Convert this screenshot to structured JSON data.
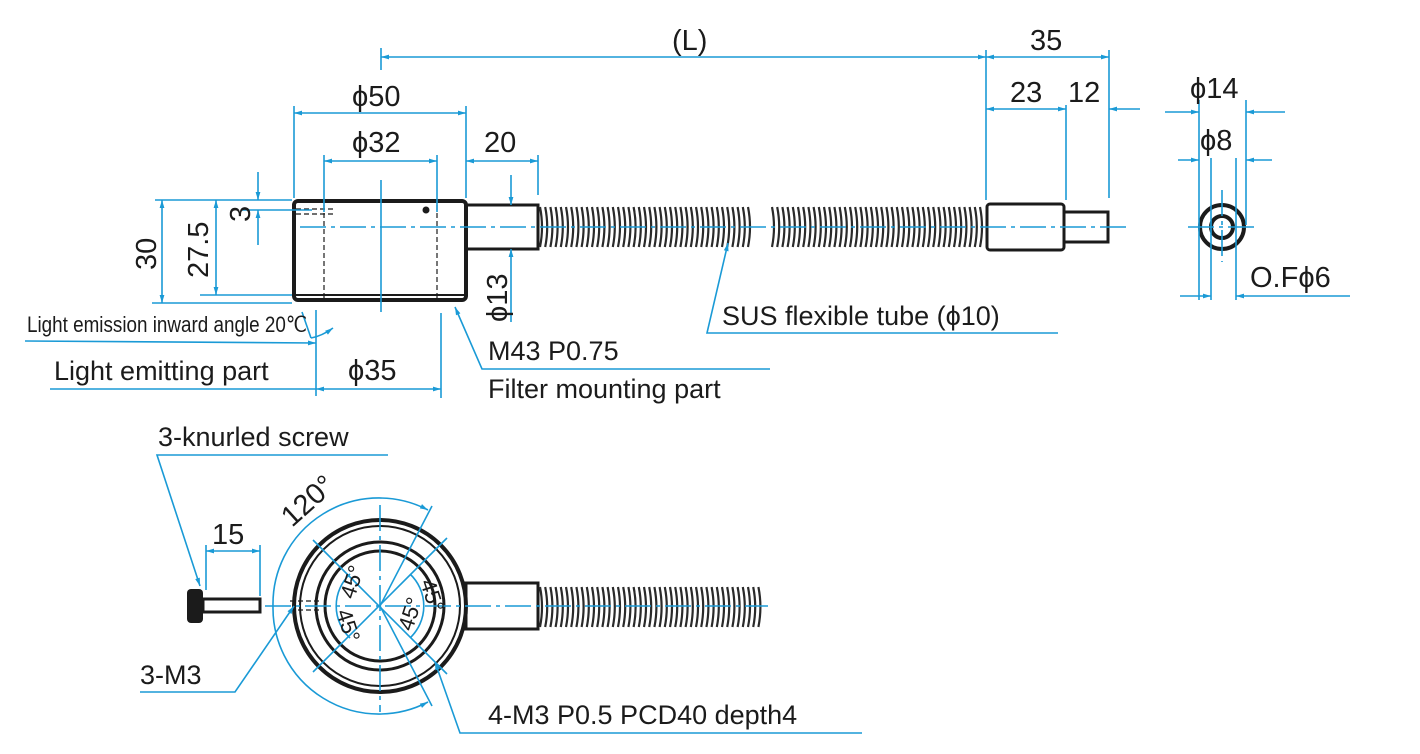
{
  "drawing": {
    "title": "Ring light with flexible tube — dimension drawing",
    "colors": {
      "dimension": "#1a9ad6",
      "part": "#1b1b1b",
      "background": "#ffffff"
    },
    "side_view": {
      "overall_length": "(L)",
      "tail_total": "35",
      "tail_body": "23",
      "tail_tip": "12",
      "ring_outer_dia": "ϕ50",
      "ring_inner_dia": "ϕ32",
      "neck_length": "20",
      "neck_dia": "ϕ13",
      "height_total": "30",
      "height_inner": "27.5",
      "top_offset": "3",
      "emission_angle": "Light emission inward angle 20℃",
      "light_part_label": "Light emitting part",
      "light_part_dia": "ϕ35",
      "thread_spec": "M43 P0.75",
      "filter_label": "Filter mounting part",
      "tube_label": "SUS flexible tube (ϕ10)"
    },
    "end_view": {
      "outer_dia": "ϕ14",
      "mid_dia": "ϕ8",
      "fiber_dia": "O.Fϕ6"
    },
    "top_view": {
      "screw_label": "3-knurled screw",
      "screw_length": "15",
      "screw_angle": "120°",
      "hole_angles": [
        "45°",
        "45°",
        "45°",
        "45°"
      ],
      "screw_thread": "3-M3",
      "mount_holes": "4-M3 P0.5 PCD40 depth4"
    }
  }
}
